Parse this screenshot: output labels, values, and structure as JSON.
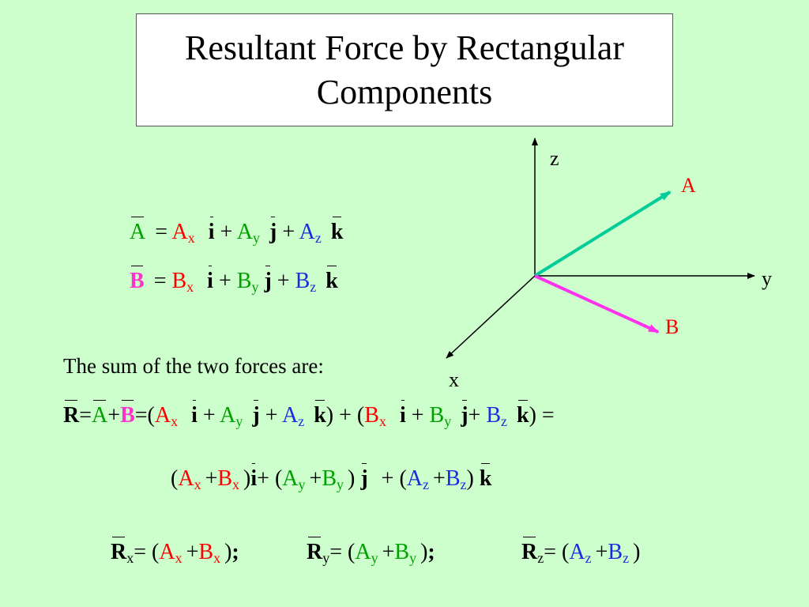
{
  "title": {
    "line1": "Resultant Force by Rectangular",
    "line2": "Components"
  },
  "axes": {
    "z": "z",
    "y": "y",
    "x": "x",
    "vecA": "A",
    "vecB": "B"
  },
  "colors": {
    "background": "#ccffcc",
    "red": "#ff0000",
    "green": "#00a000",
    "blue": "#1a2ce0",
    "magenta": "#ff33cc",
    "vecA": "#00cc99",
    "vecB": "#ff33ee"
  },
  "symbols": {
    "A": "A",
    "B": "B",
    "R": "R",
    "i": "i",
    "j": "j",
    "k": "k",
    "x": "x",
    "y": "y",
    "z": "z",
    "eq": "=",
    "plus": "+",
    "lp": "(",
    "rp": ")",
    "semi": ";"
  },
  "sum_text": "The sum of the two forces are:"
}
